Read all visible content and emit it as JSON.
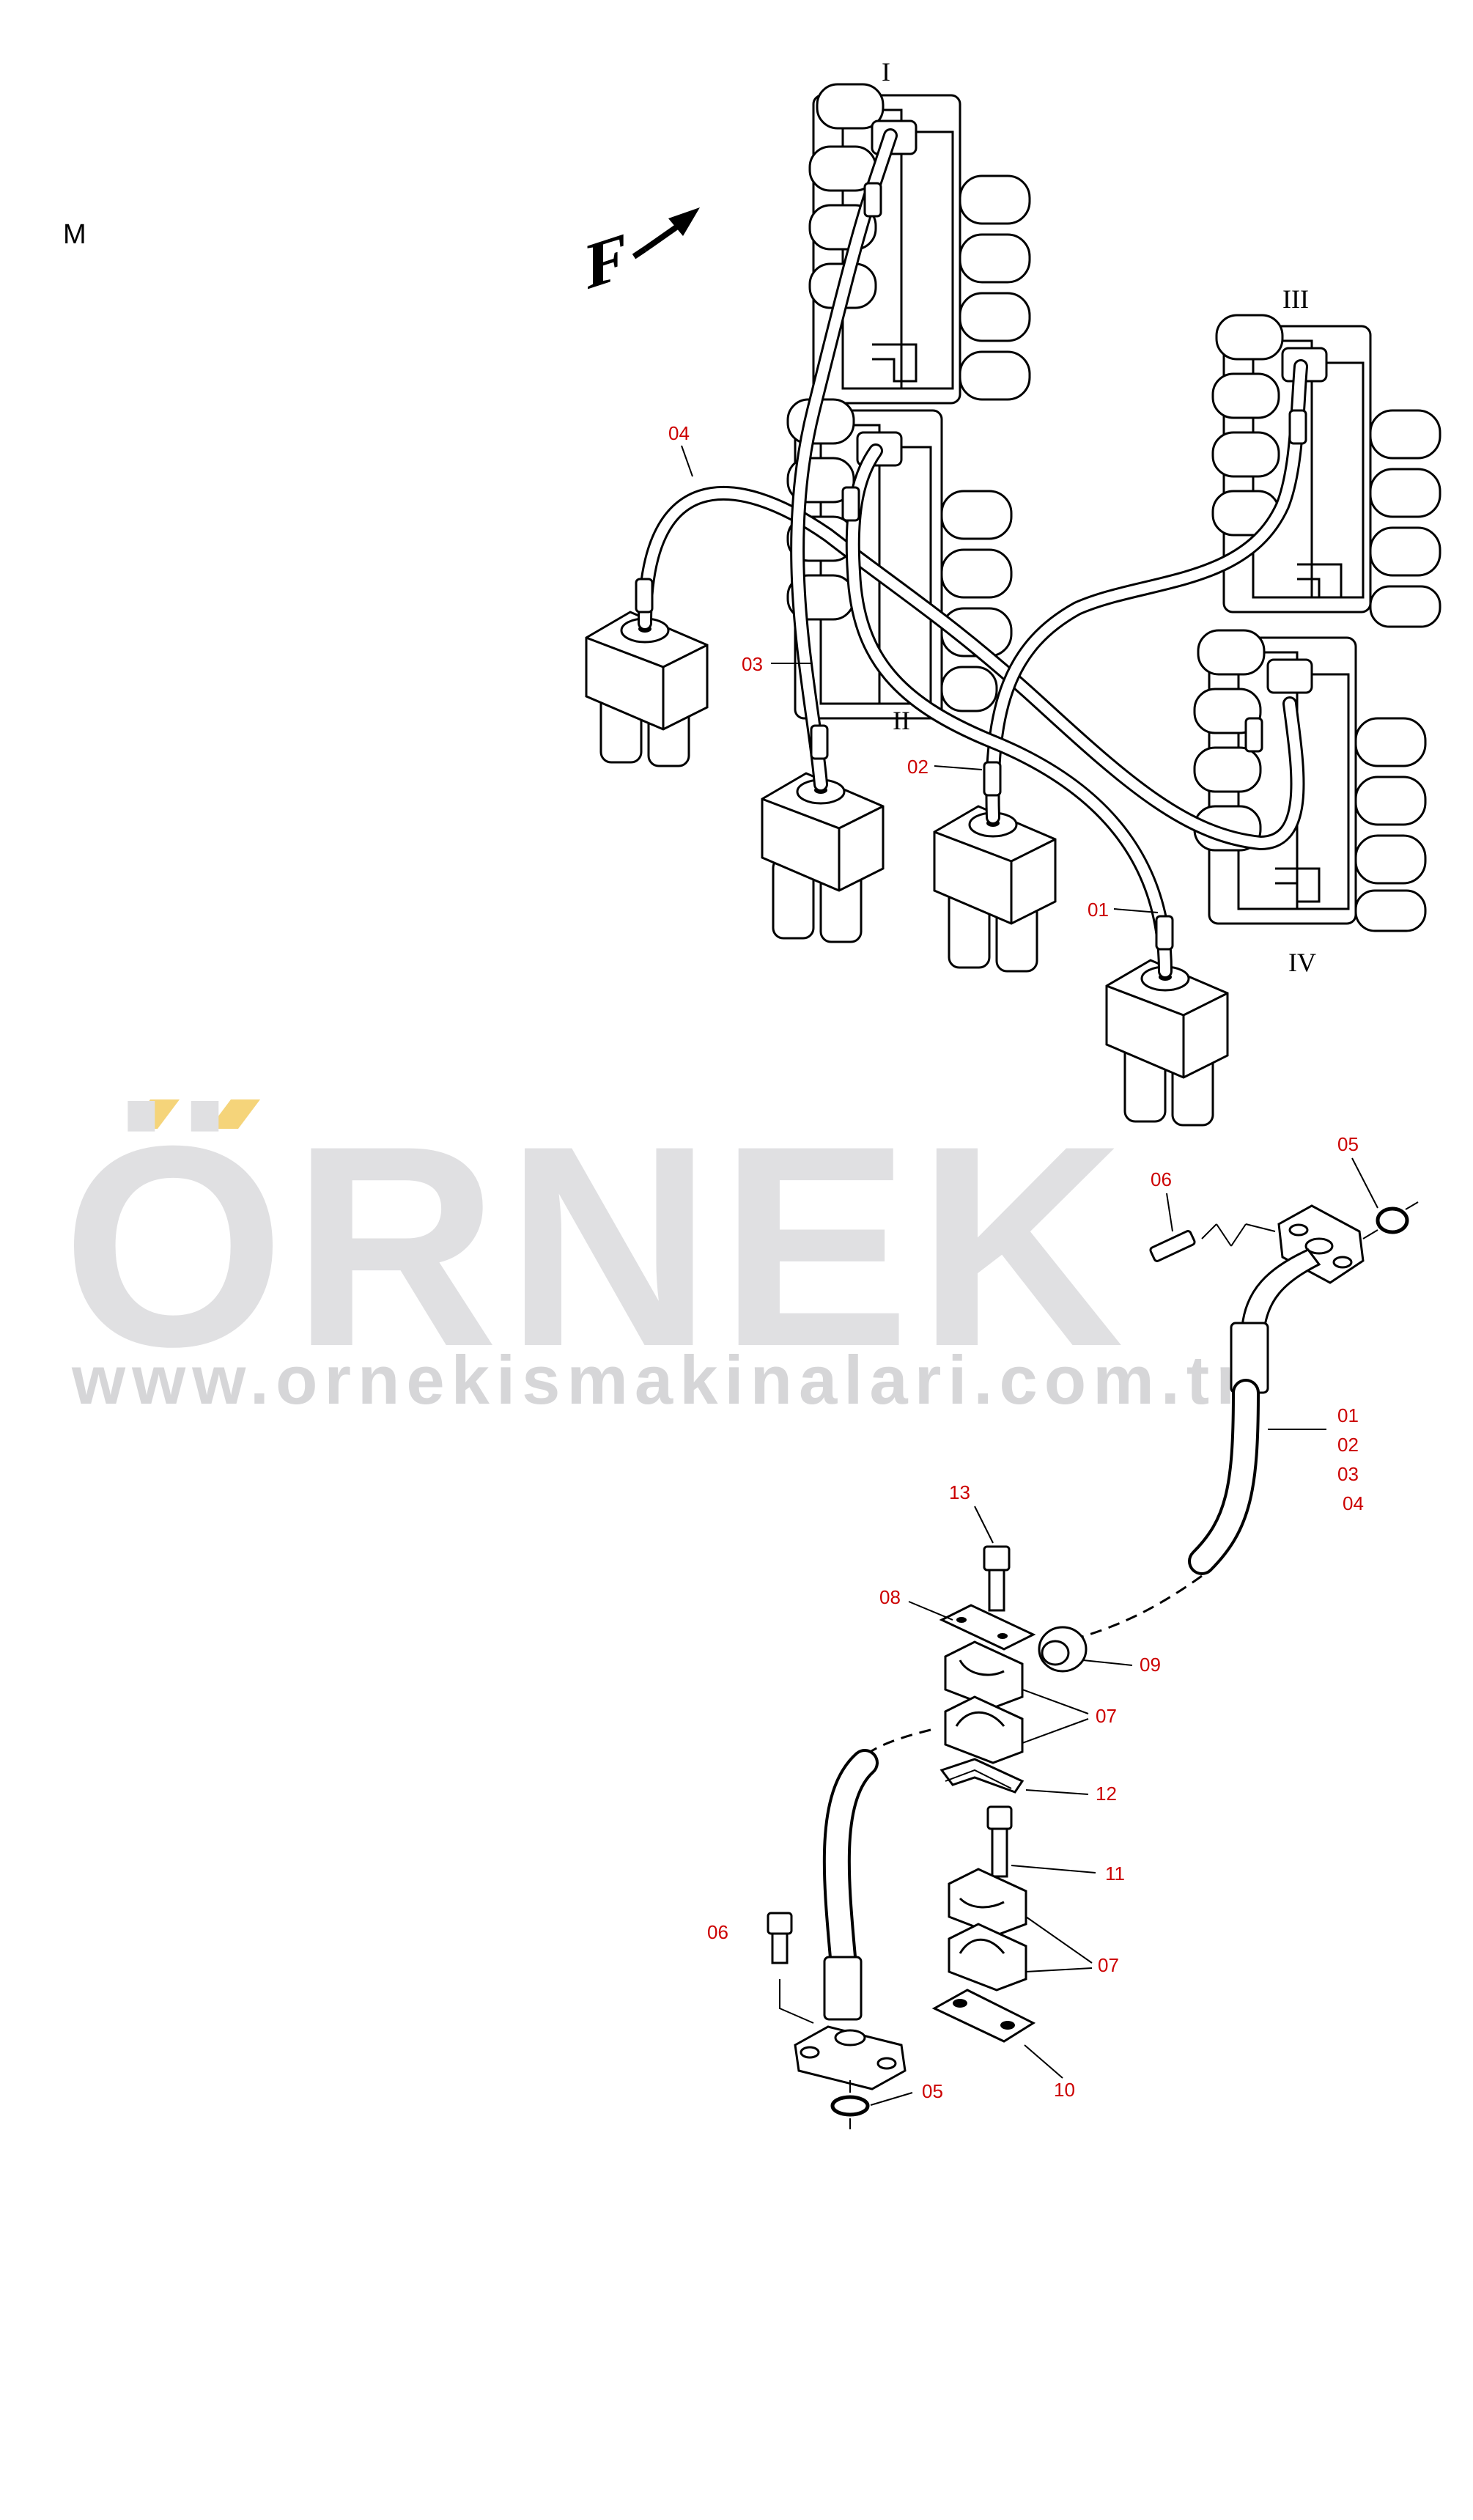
{
  "page": {
    "corner_letter": "M",
    "direction_letter": "F"
  },
  "watermark": {
    "brand": "ÖRNEK",
    "url": "www.ornekismakinalari.com.tr",
    "accent_color": "#f5d47a"
  },
  "valve_groups": [
    "I",
    "II",
    "III",
    "IV"
  ],
  "callouts": {
    "c01": "01",
    "c02": "02",
    "c03": "03",
    "c04": "04",
    "c05a": "05",
    "c05b": "05",
    "c06a": "06",
    "c06b": "06",
    "c07a": "07",
    "c07b": "07",
    "c08": "08",
    "c09": "09",
    "c10": "10",
    "c11": "11",
    "c12": "12",
    "c13": "13",
    "hose_list": [
      "01",
      "02",
      "03",
      "04"
    ]
  },
  "colors": {
    "callout": "#cc0000",
    "line": "#000000"
  }
}
